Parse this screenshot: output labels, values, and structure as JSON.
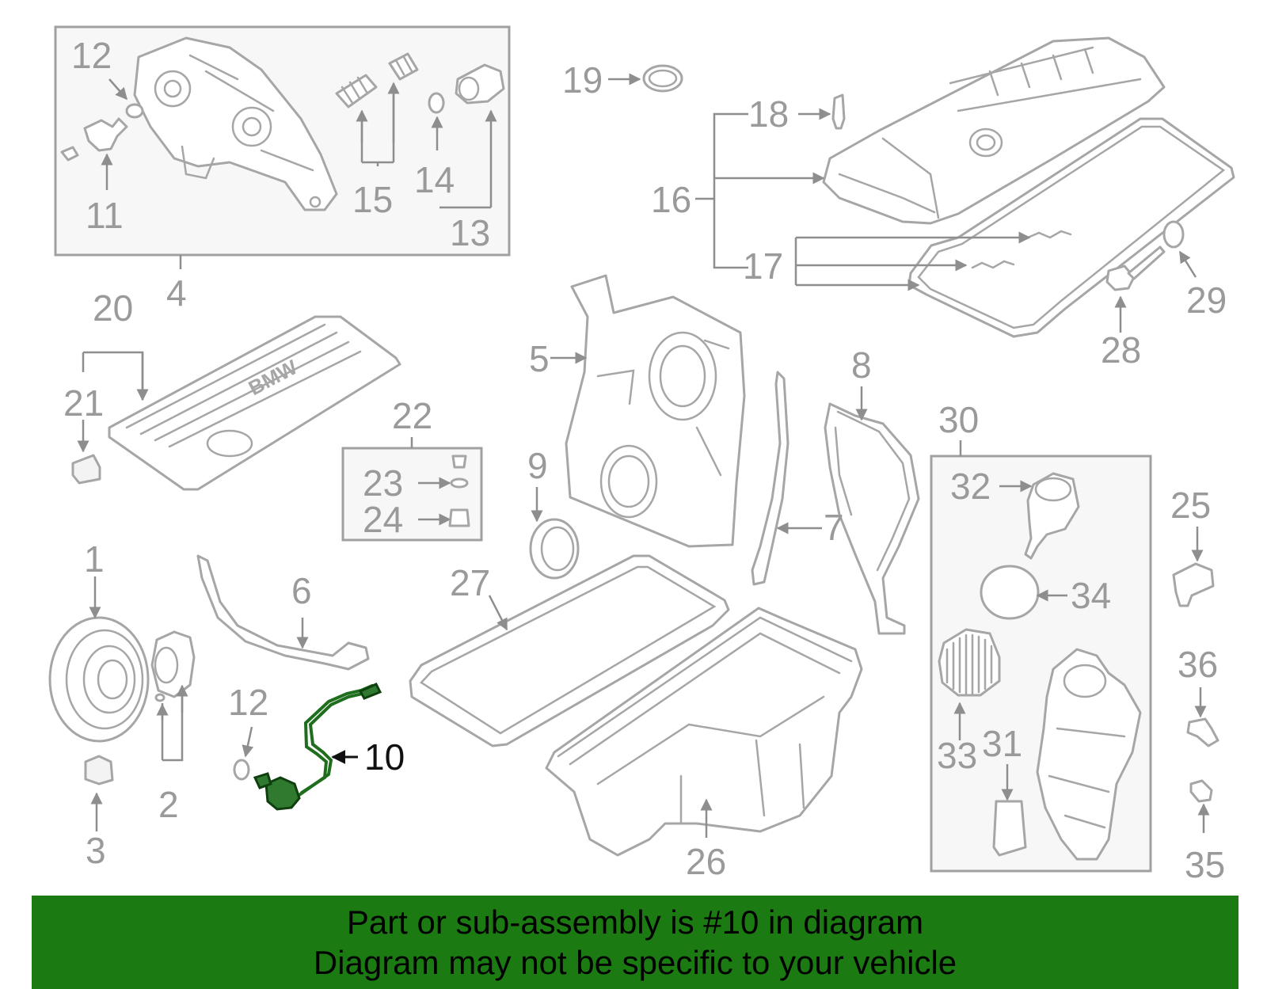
{
  "callouts": {
    "n1": "1",
    "n2": "2",
    "n3": "3",
    "n4": "4",
    "n5": "5",
    "n6": "6",
    "n7": "7",
    "n8": "8",
    "n9": "9",
    "n10": "10",
    "n11": "11",
    "n12a": "12",
    "n12b": "12",
    "n13": "13",
    "n14": "14",
    "n15": "15",
    "n16": "16",
    "n17": "17",
    "n18": "18",
    "n19": "19",
    "n20": "20",
    "n21": "21",
    "n22": "22",
    "n23": "23",
    "n24": "24",
    "n25": "25",
    "n26": "26",
    "n27": "27",
    "n28": "28",
    "n29": "29",
    "n30": "30",
    "n31": "31",
    "n32": "32",
    "n33": "33",
    "n34": "34",
    "n35": "35",
    "n36": "36"
  },
  "highlight": {
    "part_number": "10",
    "color": "#2f7a2f"
  },
  "banner": {
    "line1": "Part or sub-assembly is #10 in diagram",
    "line2": "Diagram may not be specific to your vehicle",
    "background": "#1c7a12"
  },
  "logo_text": "BMW"
}
